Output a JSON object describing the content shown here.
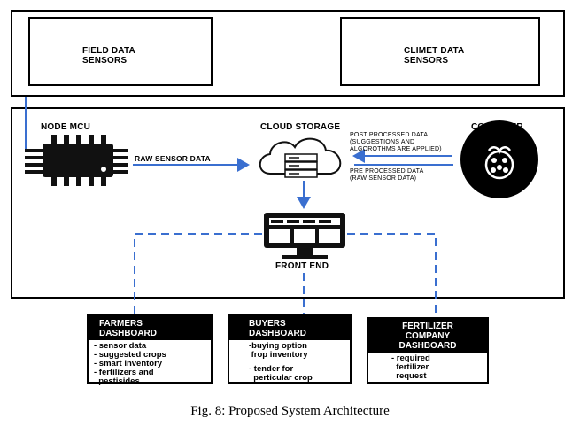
{
  "sensors": {
    "field": "FIELD DATA\nSENSORS",
    "climate": "CLIMET DATA\nSENSORS"
  },
  "nodes": {
    "node_mcu": "NODE MCU",
    "cloud": "CLOUD STORAGE",
    "computer": "COMPUTER",
    "front_end": "FRONT END"
  },
  "edges": {
    "raw_sensor": "RAW SENSOR DATA",
    "post_processed": "POST PROCESSED DATA\n(SUGGESTIONS AND\nALGOROTHMS ARE APPLIED)",
    "pre_processed": "PRE PROCESSED DATA\n(RAW SENSOR DATA)"
  },
  "dashboards": {
    "farmers": {
      "title": "FARMERS\nDASHBOARD",
      "items": [
        "- sensor data",
        "- suggested crops",
        "- smart inventory",
        "- fertilizers and",
        "  pestisides"
      ]
    },
    "buyers": {
      "title": "BUYERS\nDASHBOARD",
      "items": [
        "-buying option",
        " frop inventory",
        "",
        "- tender for",
        "  perticular crop"
      ]
    },
    "fertilizer": {
      "title": "FERTILIZER\nCOMPANY\nDASHBOARD",
      "items": [
        "- required",
        "  fertilizer",
        "  request"
      ]
    }
  },
  "caption": "Fig. 8: Proposed System Architecture",
  "colors": {
    "connector": "#3a6fd0",
    "line": "#000000"
  }
}
